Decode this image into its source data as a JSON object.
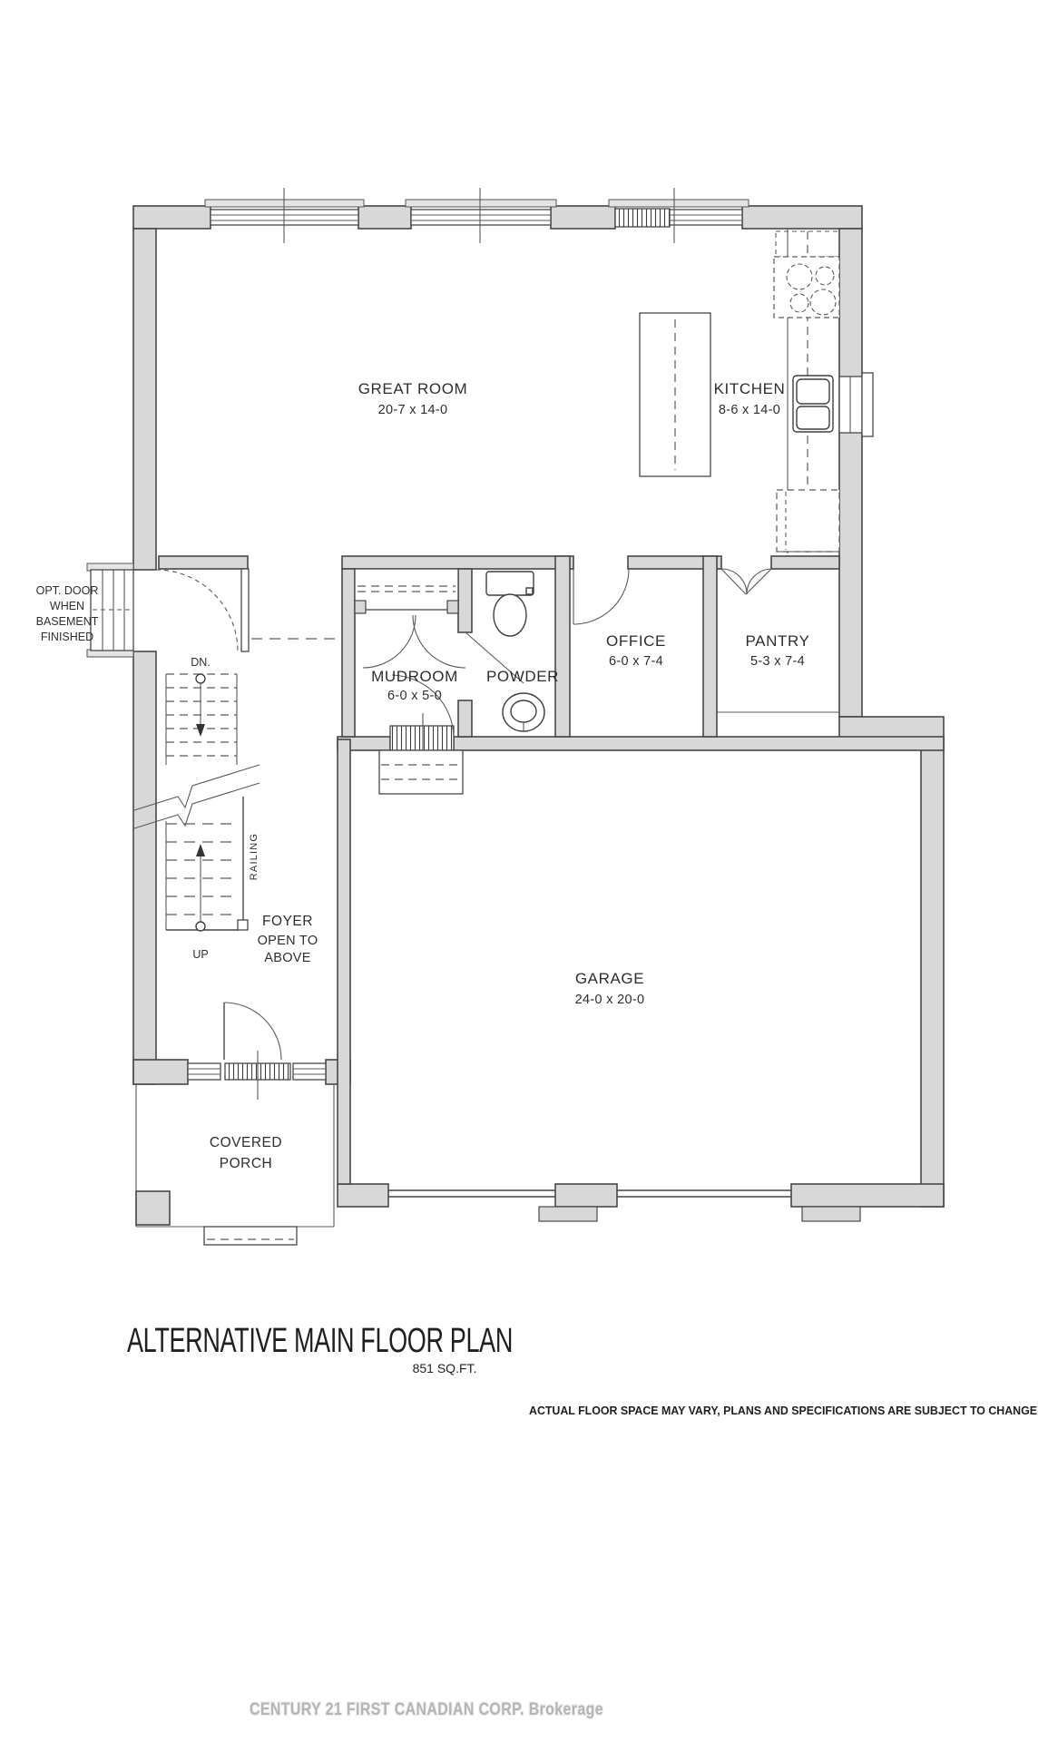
{
  "document": {
    "title": "ALTERNATIVE MAIN FLOOR PLAN",
    "area": "851 SQ.FT.",
    "disclaimer": "ACTUAL FLOOR SPACE MAY VARY, PLANS AND SPECIFICATIONS ARE SUBJECT TO CHANGE",
    "watermark": "CENTURY 21 FIRST CANADIAN CORP. Brokerage"
  },
  "rooms": {
    "great_room": {
      "name": "GREAT ROOM",
      "dims": "20-7 x 14-0"
    },
    "kitchen": {
      "name": "KITCHEN",
      "dims": "8-6 x 14-0"
    },
    "mudroom": {
      "name": "MUDROOM",
      "dims": "6-0 x 5-0"
    },
    "powder": {
      "name": "POWDER"
    },
    "office": {
      "name": "OFFICE",
      "dims": "6-0 x 7-4"
    },
    "pantry": {
      "name": "PANTRY",
      "dims": "5-3 x 7-4"
    },
    "garage": {
      "name": "GARAGE",
      "dims": "24-0 x 20-0"
    },
    "foyer": {
      "name": "FOYER",
      "note_line1": "OPEN TO",
      "note_line2": "ABOVE"
    },
    "porch": {
      "line1": "COVERED",
      "line2": "PORCH"
    }
  },
  "annotations": {
    "opt_door_line1": "OPT. DOOR",
    "opt_door_line2": "WHEN",
    "opt_door_line3": "BASEMENT",
    "opt_door_line4": "FINISHED",
    "down": "DN.",
    "up": "UP",
    "railing": "RAILING"
  },
  "colors": {
    "wall_fill": "#d8d8d8",
    "line": "#474747",
    "label": "#2e2e2e",
    "watermark": "#a8a8a8"
  }
}
